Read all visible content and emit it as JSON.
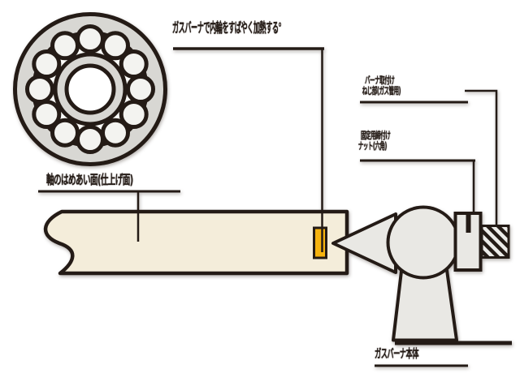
{
  "figure": {
    "type": "technical-illustration",
    "background": "#ffffff",
    "ink": "#241b16",
    "palette": {
      "bearing_ring": "#d8d7d3",
      "race": "#fbfbf8",
      "ball": "#f3f3f0",
      "shaft": "#f4edda",
      "tool_body": "#e9e8e4",
      "thread_light": "#ecebe8",
      "heated_ring": "#f6b30e"
    },
    "bearing": {
      "ball_count": 12
    }
  },
  "labels": {
    "heated_ring": "ガスバーナで内輪をすばやく加熱する°",
    "shaft": "軸のはめあい面(仕上げ面)",
    "thread_line1": "バーナ取付け",
    "thread_line2": "ねじ部(ガス管用)",
    "nut_line1": "固定用締付け",
    "nut_line2": "ナット(六角)",
    "burner_body": "ガスバーナ本体"
  }
}
